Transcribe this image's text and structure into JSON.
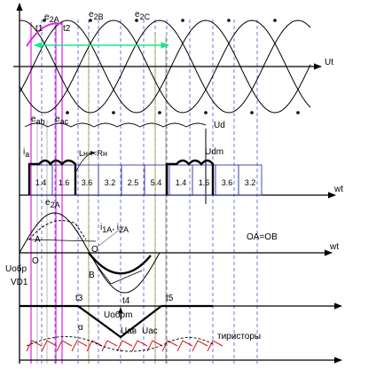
{
  "colors": {
    "ink": "#000000",
    "dash": "#4a5ad0",
    "magenta": "#e020e0",
    "green": "#18e890",
    "red": "#d01818",
    "olive": "#9a9a40",
    "bar": "#3a3ab0",
    "gray": "#888888"
  },
  "labels": {
    "t1": "t1",
    "t2": "t2",
    "e2a": "e",
    "e2a_sub": "2A",
    "e2b": "e",
    "e2b_sub": "2B",
    "e2c": "e",
    "e2c_sub": "2C",
    "ut": "Ut",
    "eab": "e",
    "eab_sub": "ab",
    "eac": "e",
    "eac_sub": "ac",
    "ud": "Ud",
    "ia": "i",
    "ia_sub": "a",
    "lh": "Lн<<Rн",
    "udm": "Udm",
    "wt1": "wt",
    "e2a_b": "e",
    "e2a_b_sub": "2A",
    "i1a": "i",
    "i1a_sub": "1A",
    "i2a": ", i",
    "i2a_sub": "2A",
    "a_pt": "A",
    "o_pt": "O",
    "o2_pt": "O",
    "b_pt": "B",
    "oaob": "OA=OB",
    "wt2": "wt",
    "uobr": "Uобр",
    "vd1": "VD1",
    "t3": "t3",
    "t4": "t4",
    "t5": "t5",
    "uobrm": "Uобрm",
    "alpha": "α",
    "uab": "Uaв",
    "uac": "Uac",
    "thyristors": "тиристоры"
  },
  "segments": [
    "1.4",
    "1.6",
    "3.6",
    "3.2",
    "2.5",
    "5.4",
    "1.4",
    "1.6",
    "3.6",
    "3.2"
  ]
}
